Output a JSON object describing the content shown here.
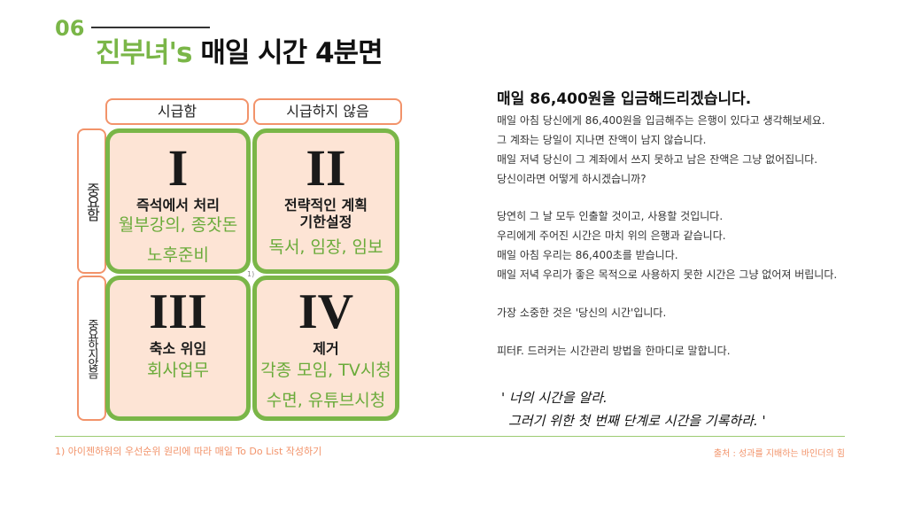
{
  "header": {
    "number": "06",
    "title_green": "진부녀's",
    "title_dark": "매일 시간 4분면"
  },
  "matrix": {
    "col_headers": [
      "시급함",
      "시급하지 않음"
    ],
    "row_headers": [
      "중요함",
      "중요하지않음"
    ],
    "quadrants": [
      {
        "roman": "I",
        "title_lines": [
          "즉석에서 처리"
        ],
        "examples": [
          "월부강의, 종잣돈",
          "노후준비"
        ]
      },
      {
        "roman": "II",
        "title_lines": [
          "전략적인 계획",
          "기한설정"
        ],
        "examples": [
          "독서, 임장, 임보"
        ]
      },
      {
        "roman": "III",
        "title_lines": [
          "축소 위임"
        ],
        "examples": [
          "회사업무"
        ]
      },
      {
        "roman": "IV",
        "title_lines": [
          "제거"
        ],
        "examples": [
          "각종 모임, TV시청",
          "수면, 유튜브시청"
        ]
      }
    ],
    "footnote_marker": "1)"
  },
  "right": {
    "heading": "매일 86,400원을 입금해드리겠습니다.",
    "para1": [
      "매일 아침 당신에게 86,400원을 입금해주는 은행이 있다고 생각해보세요.",
      "그 계좌는 당일이 지나면 잔액이 남지 않습니다.",
      "매일 저녁 당신이 그 계좌에서 쓰지 못하고 남은 잔액은 그냥 없어집니다.",
      "당신이라면 어떻게 하시겠습니까?"
    ],
    "para2": [
      "당연히 그 날 모두 인출할 것이고, 사용할 것입니다.",
      "우리에게 주어진 시간은 마치 위의 은행과 같습니다.",
      "매일 아침 우리는 86,400초를 받습니다.",
      "매일 저녁 우리가 좋은 목적으로 사용하지 못한 시간은 그냥 없어져 버립니다."
    ],
    "para3": "가장 소중한 것은 '당신의 시간'입니다.",
    "para4": "피터F. 드러커는 시간관리 방법을 한마디로 말합니다.",
    "quote": [
      "' 너의 시간을 알라.",
      "그러기 위한 첫 번째 단계로 시간을 기록하라. '"
    ]
  },
  "footer": {
    "footnote": "1) 아이젠하워의 우선순위 원리에 따라 매일 To Do List 작성하기",
    "source": "출처 : 성과를 지배하는 바인더의 힘"
  },
  "colors": {
    "accent_green": "#7ab648",
    "accent_orange": "#f2936a",
    "box_fill": "#fde4d5"
  }
}
